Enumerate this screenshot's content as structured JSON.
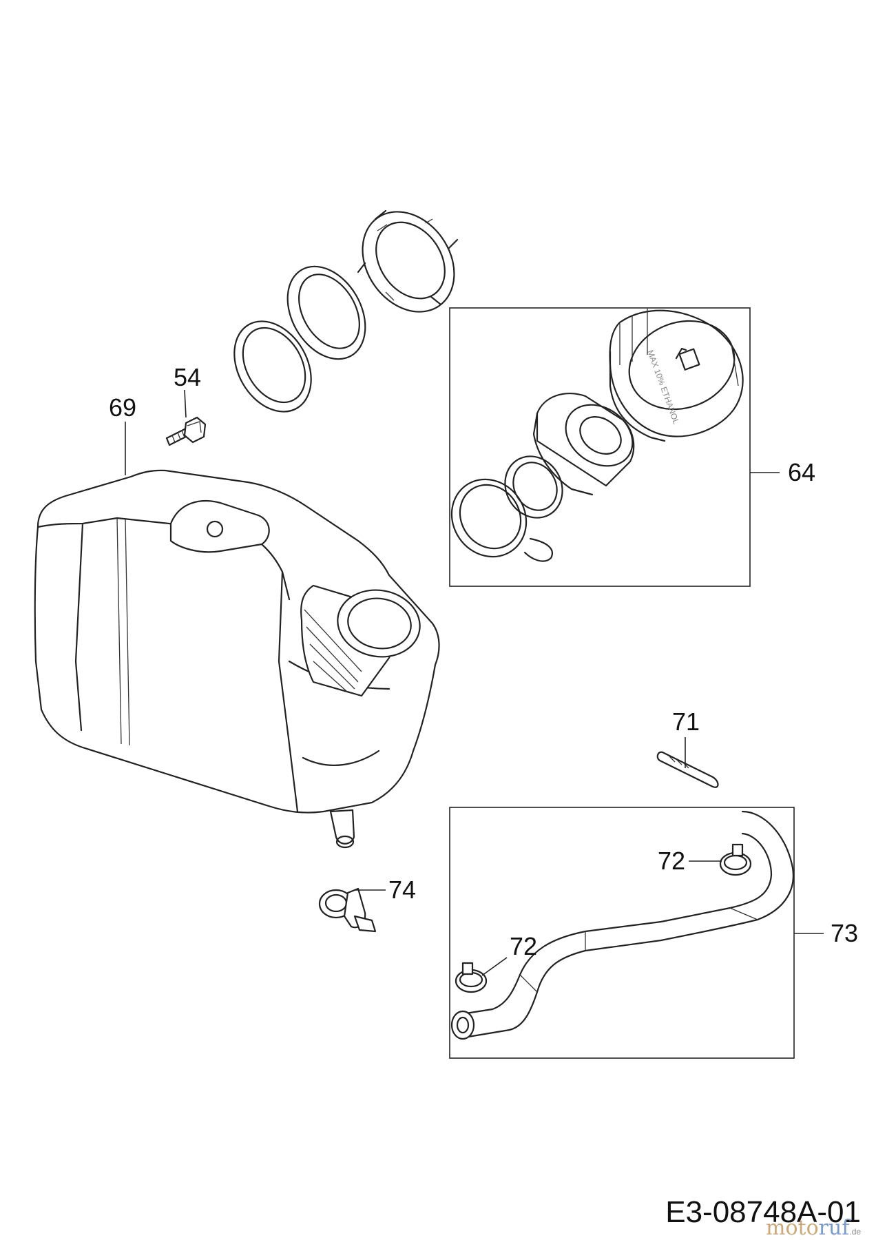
{
  "callouts": {
    "c54": "54",
    "c69": "69",
    "c64": "64",
    "c71": "71",
    "c72a": "72",
    "c72b": "72",
    "c73": "73",
    "c74": "74"
  },
  "cap_text": "MAX 10% ETHANOL",
  "drawing_code": "E3-08748A-01",
  "watermark": {
    "part1": "moto",
    "part2": "ruf",
    "suffix": ".de"
  }
}
